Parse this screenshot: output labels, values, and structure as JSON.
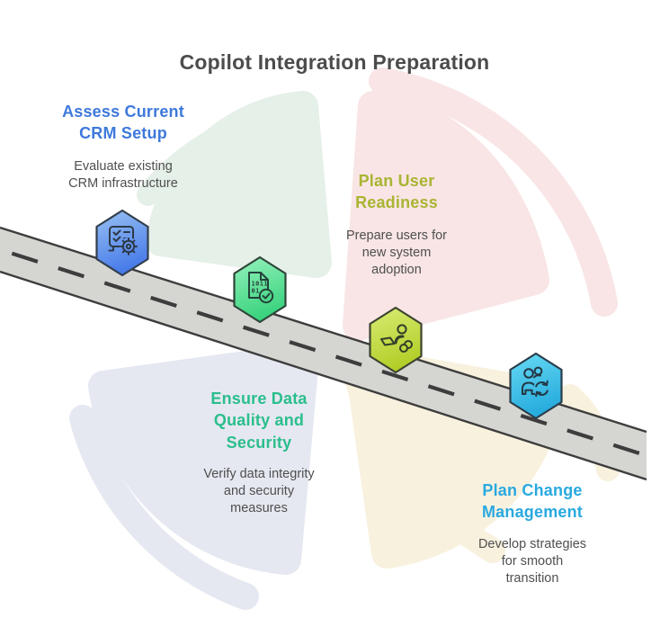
{
  "title": "Copilot Integration Preparation",
  "colors": {
    "title_text": "#4c4c4c",
    "description_text": "#4f4f4f",
    "road_fill": "#d5d6d2",
    "road_line": "#3d3d3d",
    "background_green": "#e5f0e8",
    "background_pink": "#f9e5e5",
    "background_blue": "#e5e8f1",
    "background_yellow": "#f8f1de"
  },
  "steps": [
    {
      "title": "Assess Current\nCRM Setup",
      "description": "Evaluate existing\nCRM infrastructure",
      "accent": "#3e79db",
      "icon": "checklist-gear-icon",
      "hex_gradient": [
        "#93bcf2",
        "#3e73e8"
      ]
    },
    {
      "title": "Ensure Data\nQuality and\nSecurity",
      "description": "Verify data integrity\nand security\nmeasures",
      "accent": "#2bbe8c",
      "icon": "binary-document-check-icon",
      "icon_text_line1": "1011",
      "icon_text_line2": "01",
      "hex_gradient": [
        "#8ff0b8",
        "#2fcf77"
      ]
    },
    {
      "title": "Plan User\nReadiness",
      "description": "Prepare users for\nnew system\nadoption",
      "accent": "#a8b532",
      "icon": "user-laptop-icon",
      "hex_gradient": [
        "#d6e96e",
        "#aecb1f"
      ]
    },
    {
      "title": "Plan Change\nManagement",
      "description": "Develop strategies\nfor smooth\ntransition",
      "accent": "#29a9e0",
      "icon": "people-sync-icon",
      "hex_gradient": [
        "#63d7f2",
        "#1fa6db"
      ]
    }
  ]
}
